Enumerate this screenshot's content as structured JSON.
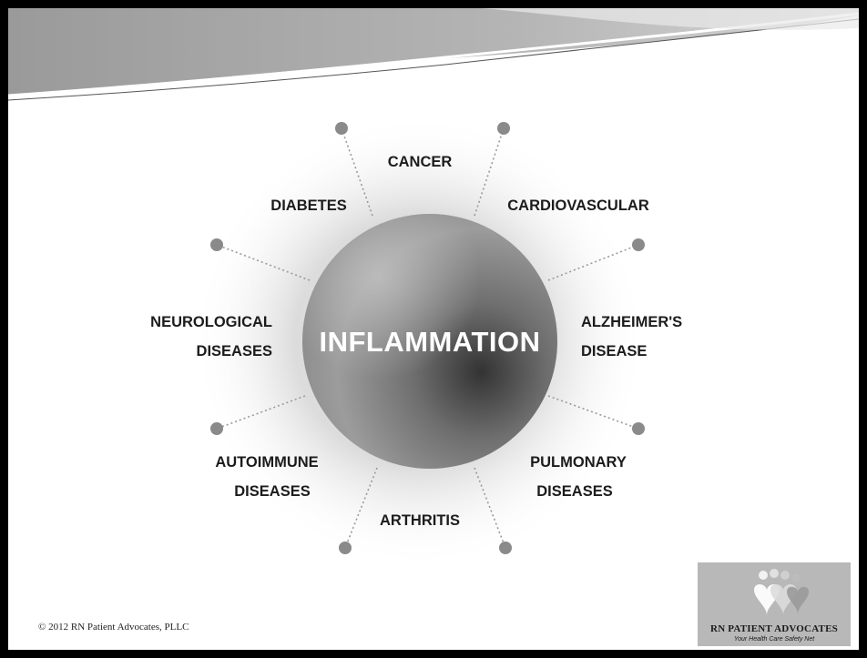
{
  "slide": {
    "copyright": "© 2012 RN Patient Advocates, PLLC",
    "logo": {
      "name": "RN PATIENT ADVOCATES",
      "tagline": "Your Health Care Safety Net"
    }
  },
  "diagram": {
    "center": "INFLAMMATION",
    "labels": {
      "cancer": "CANCER",
      "cardiovascular": "CARDIOVASCULAR",
      "diabetes": "DIABETES",
      "neurological_1": "NEUROLOGICAL",
      "neurological_2": "DISEASES",
      "alzheimers_1": "ALZHEIMER'S",
      "alzheimers_2": "DISEASE",
      "autoimmune_1": "AUTOIMMUNE",
      "autoimmune_2": "DISEASES",
      "pulmonary_1": "PULMONARY",
      "pulmonary_2": "DISEASES",
      "arthritis": "ARTHRITIS"
    }
  }
}
